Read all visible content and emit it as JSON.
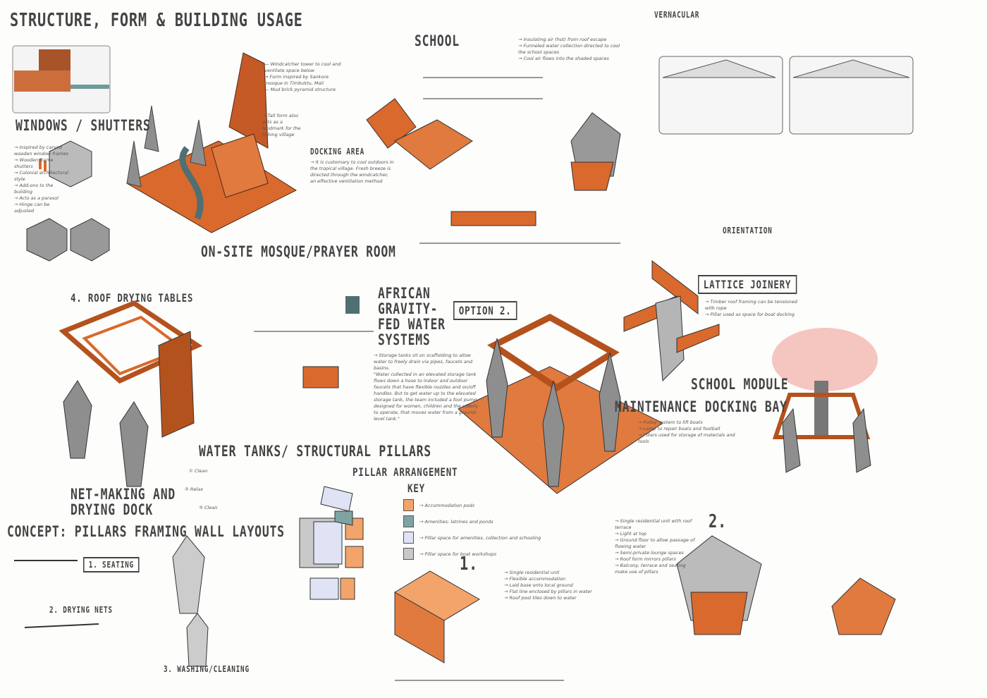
{
  "headings": {
    "main_title": "Structure, Form & Building Usage",
    "windows": "Windows / Shutters",
    "school": "School",
    "vernacular": "Vernacular",
    "mosque": "On-site Mosque/Prayer Room",
    "docking_area": "Docking Area",
    "orientation": "Orientation",
    "roof_drying": "4. Roof Drying Tables",
    "water_systems": "African Gravity-Fed Water Systems",
    "option2": "Option 2.",
    "lattice": "Lattice Joinery",
    "school_module": "School Module",
    "maintenance": "Maintenance Docking Bay",
    "water_tanks": "Water Tanks/ Structural Pillars",
    "pillar_arrangement": "Pillar Arrangement",
    "key": "Key",
    "net_making": "Net-Making and Drying Dock",
    "concept": "Concept: Pillars Framing Wall Layouts",
    "seating": "1. Seating",
    "drying_nets": "2. Drying Nets",
    "washing": "3. Washing/Cleaning",
    "num1": "1.",
    "num2": "2."
  },
  "notes": {
    "windows": "→ Inspired by carved wooden window frames\n→ Wooden frame shutters\n→ Colonial architectural style\n→ Add-ons to the building\n→ Acts as a parasol\n→ Hinge can be adjusted",
    "mosque_tower": "— Windcatcher tower to cool and ventilate space below\n→ Form inspired by Sankore mosque in Timbuktu, Mali\n— Mud brick pyramid structure",
    "mosque_side": "→ Tall form also acts as a landmark for the fishing village",
    "docking": "→ It is customary to cool outdoors in the tropical village. Fresh breeze is directed through the windcatcher, an effective ventilation method",
    "water": "→ Storage tanks sit on scaffolding to allow water to freely drain via pipes, faucets and basins.\n\"Water collected in an elevated storage tank flows down a hose to indoor and outdoor faucets that have flexible nozzles and on/off handles. But to get water up to the elevated storage tank, the team included a foot pump, designed for women, children and the elderly to operate, that moves water from a ground-level tank.\"",
    "lattice": "→ Timber roof framing can be tensioned with rope\n→ Pillar used as space for boat docking",
    "maintenance": "→ Pulley system to lift boats\n→ Lamp to repair boats and football\n→ Pillars used for storage of materials and tools",
    "school": "→ Insulating air (hot) from roof escape\n→ Funneled water collection directed to cool the school spaces\n→ Cool air flows into the shaded spaces",
    "module1": "→ Single residential unit\n→ Flexible accommodation\n→ Laid base onto local ground\n→ Flat line enclosed by pillars in water\n→ Roof pool tiles down to water",
    "module2": "→ Single residential unit with roof terrace\n→ Light at top\n→ Ground floor to allow passage of flowing water\n→ Semi-private lounge spaces\n→ Roof form mirrors pillars\n→ Balcony, terrace and seating make use of pillars"
  },
  "key": [
    {
      "label": "→ Accommodation pods",
      "color": "#f2a46a"
    },
    {
      "label": "→ Amenities: latrines and ponds",
      "color": "#7fa3a3"
    },
    {
      "label": "→ Pillar space for amenities, collection and schooling",
      "color": "#dfe3f3"
    },
    {
      "label": "→ Pillar space for boat workshops",
      "color": "#c9c9c9"
    }
  ],
  "steps": [
    "① Clean",
    "② Relax",
    "③ Clean"
  ],
  "colors": {
    "timber": "#d9692c",
    "concrete": "#8e8e8e",
    "teal": "#4f6f73",
    "blossom": "#f3b7b0"
  }
}
